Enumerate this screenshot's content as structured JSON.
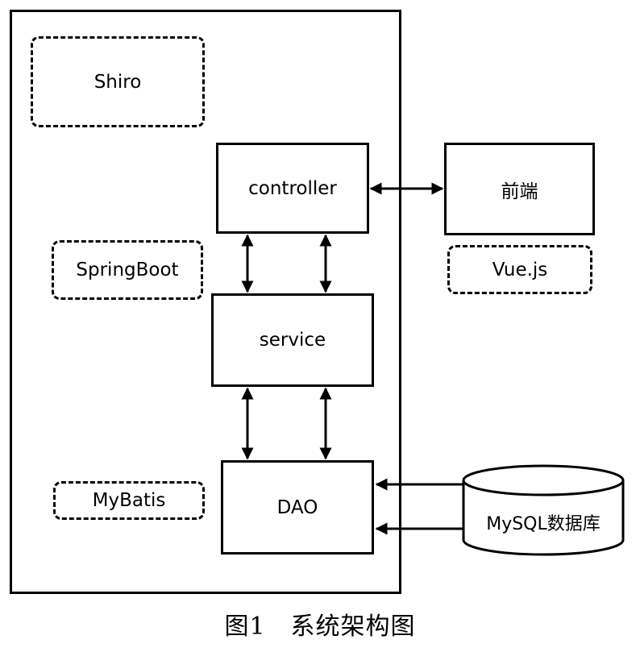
{
  "diagram": {
    "framework_labels": {
      "shiro": "Shiro",
      "springboot": "SpringBoot",
      "mybatis": "MyBatis",
      "vue": "Vue.js"
    },
    "layers": {
      "controller": "controller",
      "service": "service",
      "dao": "DAO"
    },
    "frontend": "前端",
    "database": "MySQL数据库"
  },
  "caption": "图1　系统架构图"
}
